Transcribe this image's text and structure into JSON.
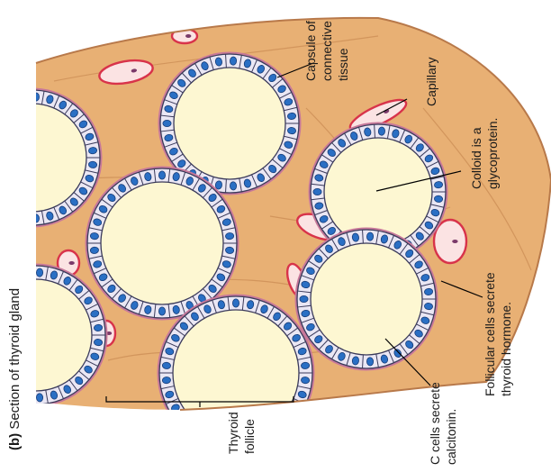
{
  "caption": {
    "part": "(b)",
    "text": "Section of thyroid gland"
  },
  "labels": {
    "capsule": [
      "Capsule of",
      "connective",
      "tissue"
    ],
    "capillary": [
      "Capillary"
    ],
    "colloid": [
      "Colloid is a",
      "glycoprotein."
    ],
    "follicular": [
      "Follicular cells secrete",
      "thyroid hormone."
    ],
    "c_cells": [
      "C cells secrete",
      "calcitonin."
    ],
    "thyroid_follicle": [
      "Thyroid",
      "follicle"
    ]
  },
  "colors": {
    "connective_tissue": "#e8b074",
    "colloid": "#fdf7d2",
    "cell_fill": "#eae7f4",
    "cell_outline": "#3a3a5a",
    "nucleus": "#2a6fc4",
    "capillary_wall": "#d8334a",
    "capillary_lumen": "#fbe3e3"
  }
}
